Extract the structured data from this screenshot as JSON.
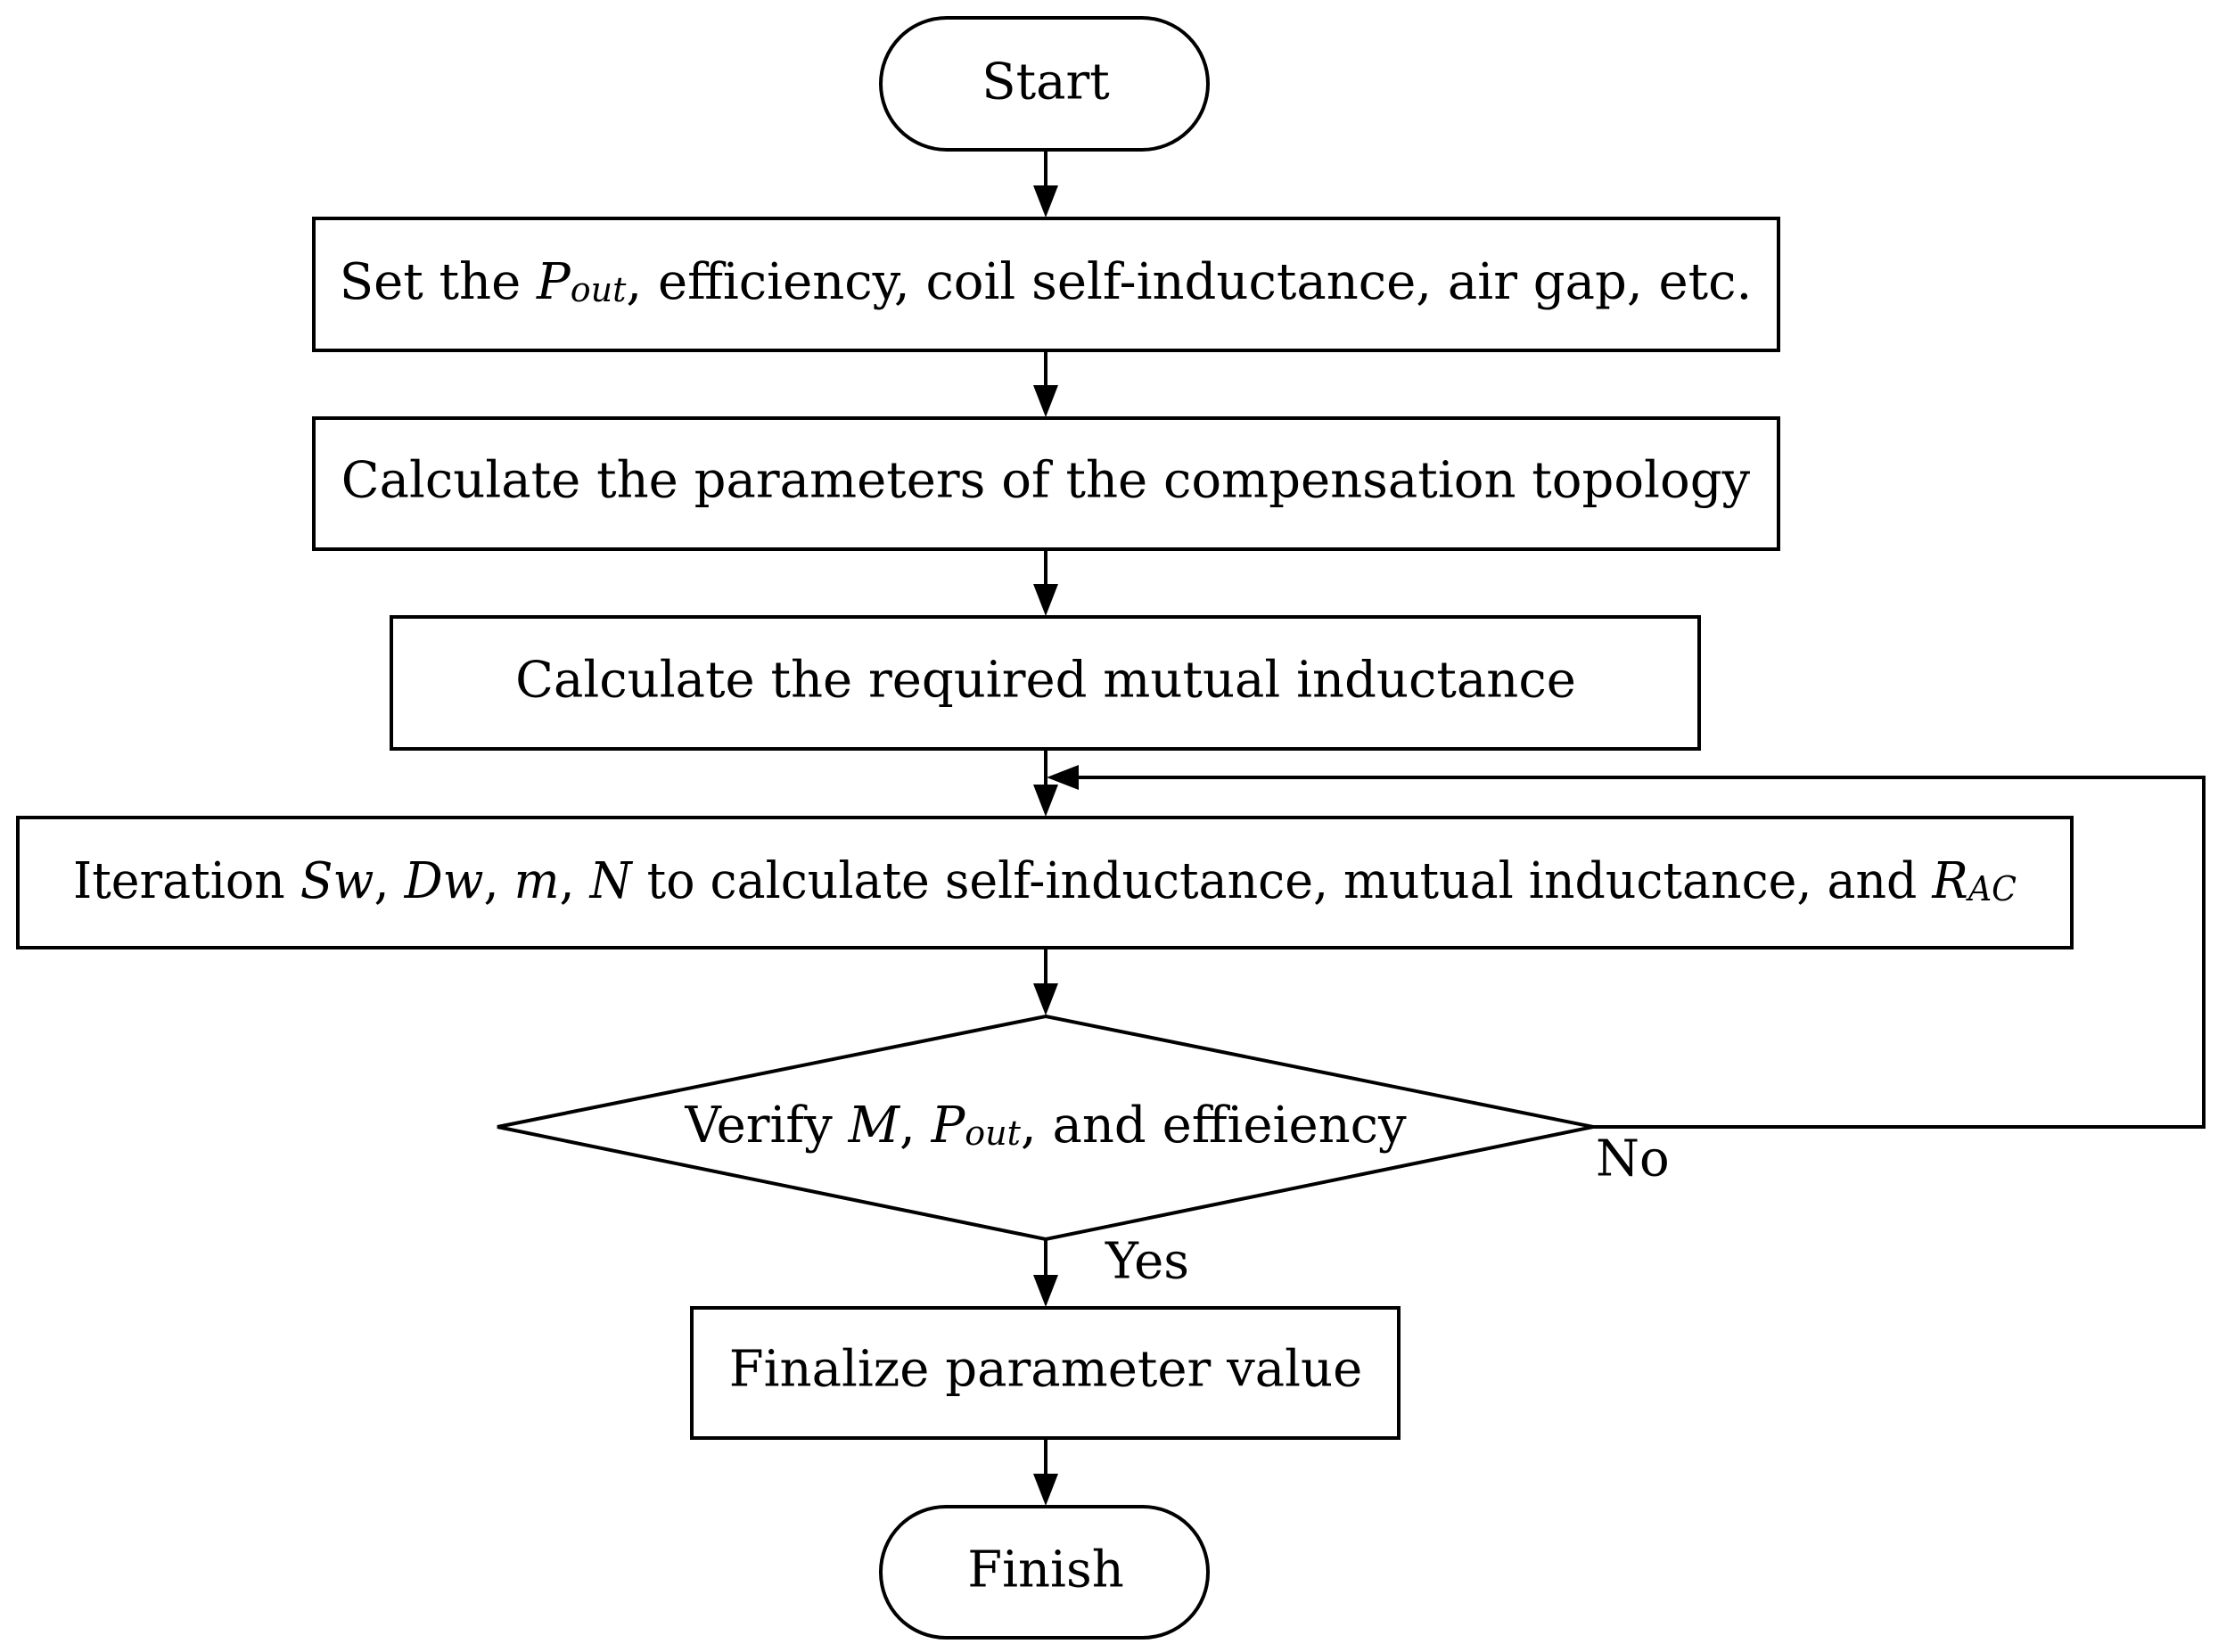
{
  "flowchart": {
    "start": {
      "label": "Start"
    },
    "set_params": {
      "prefix": "Set the ",
      "var": "P",
      "var_sub": "out",
      "suffix": ", efficiency, coil self-inductance, air gap, etc."
    },
    "calc_comp": {
      "label": "Calculate the parameters of the compensation topology"
    },
    "calc_mutual": {
      "label": "Calculate the required mutual inductance"
    },
    "iteration": {
      "prefix": "Iteration ",
      "var_sw": "Sw",
      "sep1": ", ",
      "var_dw": "Dw",
      "sep2": ", ",
      "var_m": "m",
      "sep3": ", ",
      "var_n": "N",
      "middle": " to calculate self-inductance, mutual inductance, and ",
      "var_r": "R",
      "var_r_sub": "AC"
    },
    "verify": {
      "prefix": "Verify ",
      "var_m": "M",
      "sep": ", ",
      "var_p": "P",
      "var_p_sub": "out",
      "suffix": ", and effieiency"
    },
    "label_no": "No",
    "label_yes": "Yes",
    "finalize": {
      "label": "Finalize parameter value"
    },
    "finish": {
      "label": "Finish"
    }
  }
}
